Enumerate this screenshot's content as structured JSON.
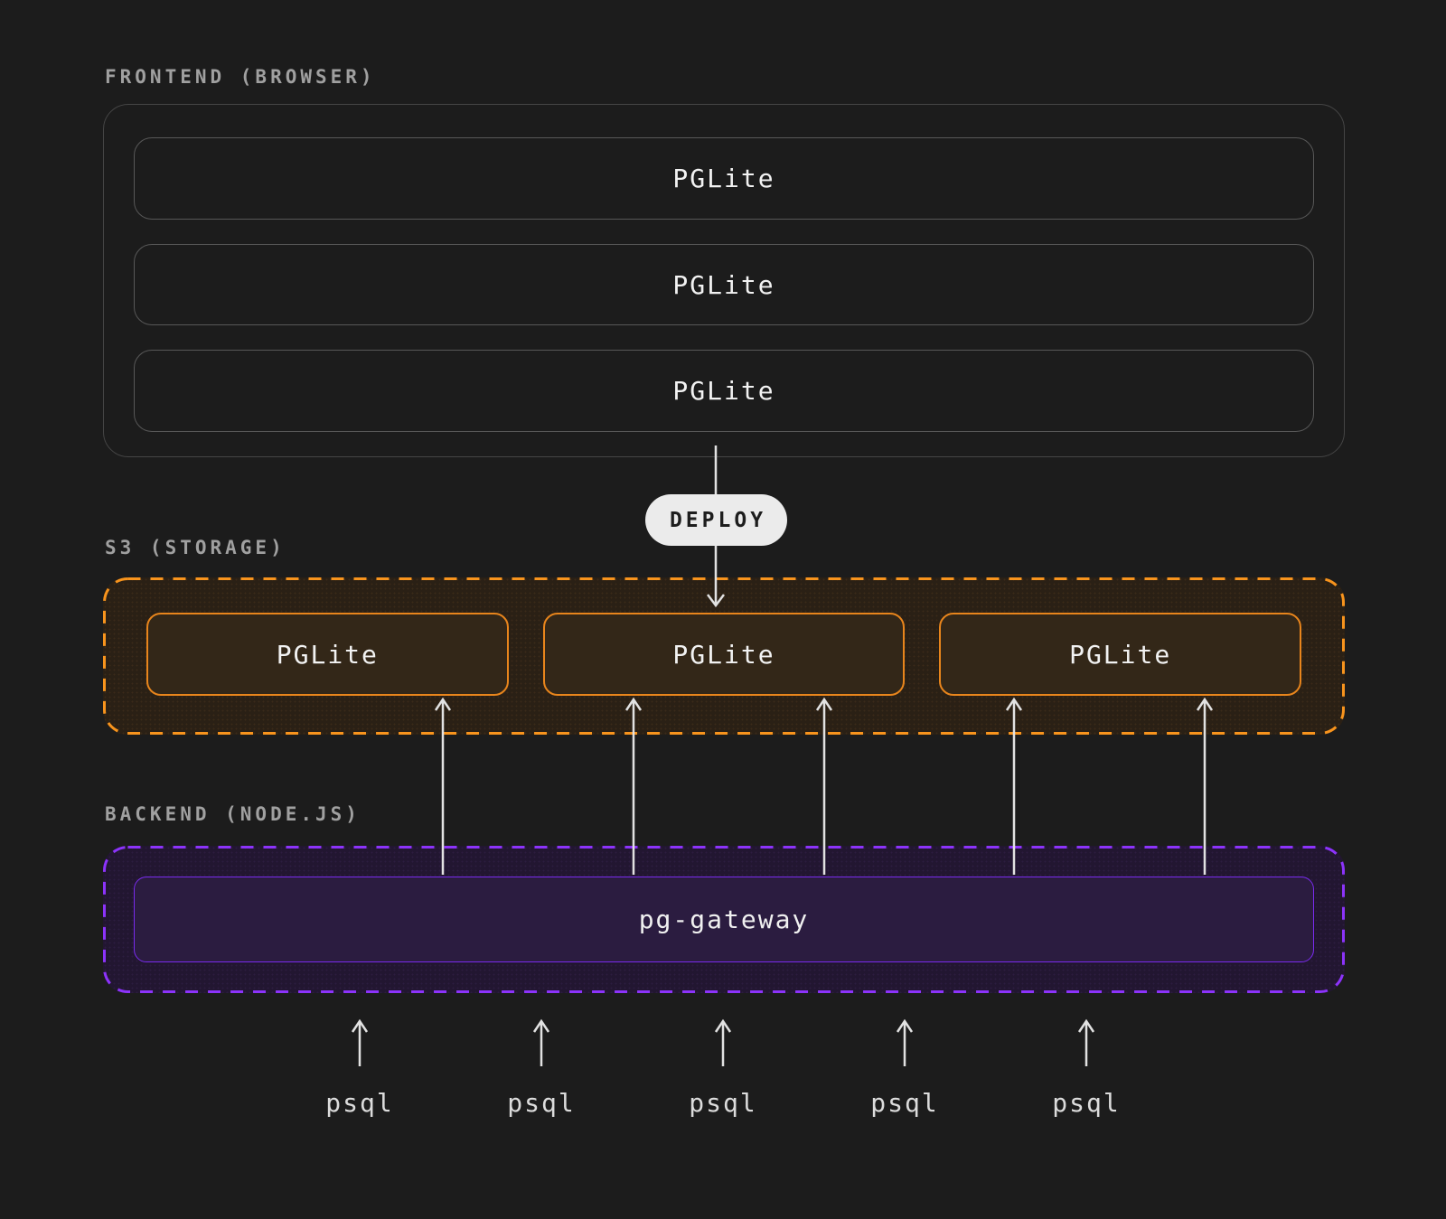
{
  "colors": {
    "background": "#1c1c1c",
    "frontend_border": "#454545",
    "frontend_node_border": "#585858",
    "text_primary": "#f2f2f2",
    "section_label": "#a0a0a0",
    "arrow": "#e2e2e2",
    "deploy_pill_bg": "#ebebeb",
    "deploy_pill_text": "#1d1d1d",
    "s3_accent": "#f8941d",
    "s3_node_border": "#e8851c",
    "s3_bg": "#2a2015",
    "s3_node_bg": "#332718",
    "backend_accent": "#8c33fa",
    "backend_node_border": "#7a2bef",
    "backend_bg": "#221631",
    "backend_node_bg": "#2b1c40"
  },
  "frontend": {
    "label": "FRONTEND (BROWSER)",
    "nodes": [
      "PGLite",
      "PGLite",
      "PGLite"
    ]
  },
  "deploy": {
    "label": "DEPLOY"
  },
  "s3": {
    "label": "S3 (STORAGE)",
    "nodes": [
      "PGLite",
      "PGLite",
      "PGLite"
    ]
  },
  "backend": {
    "label": "BACKEND (NODE.JS)",
    "node": "pg-gateway"
  },
  "clients": {
    "items": [
      "psql",
      "psql",
      "psql",
      "psql",
      "psql"
    ]
  }
}
